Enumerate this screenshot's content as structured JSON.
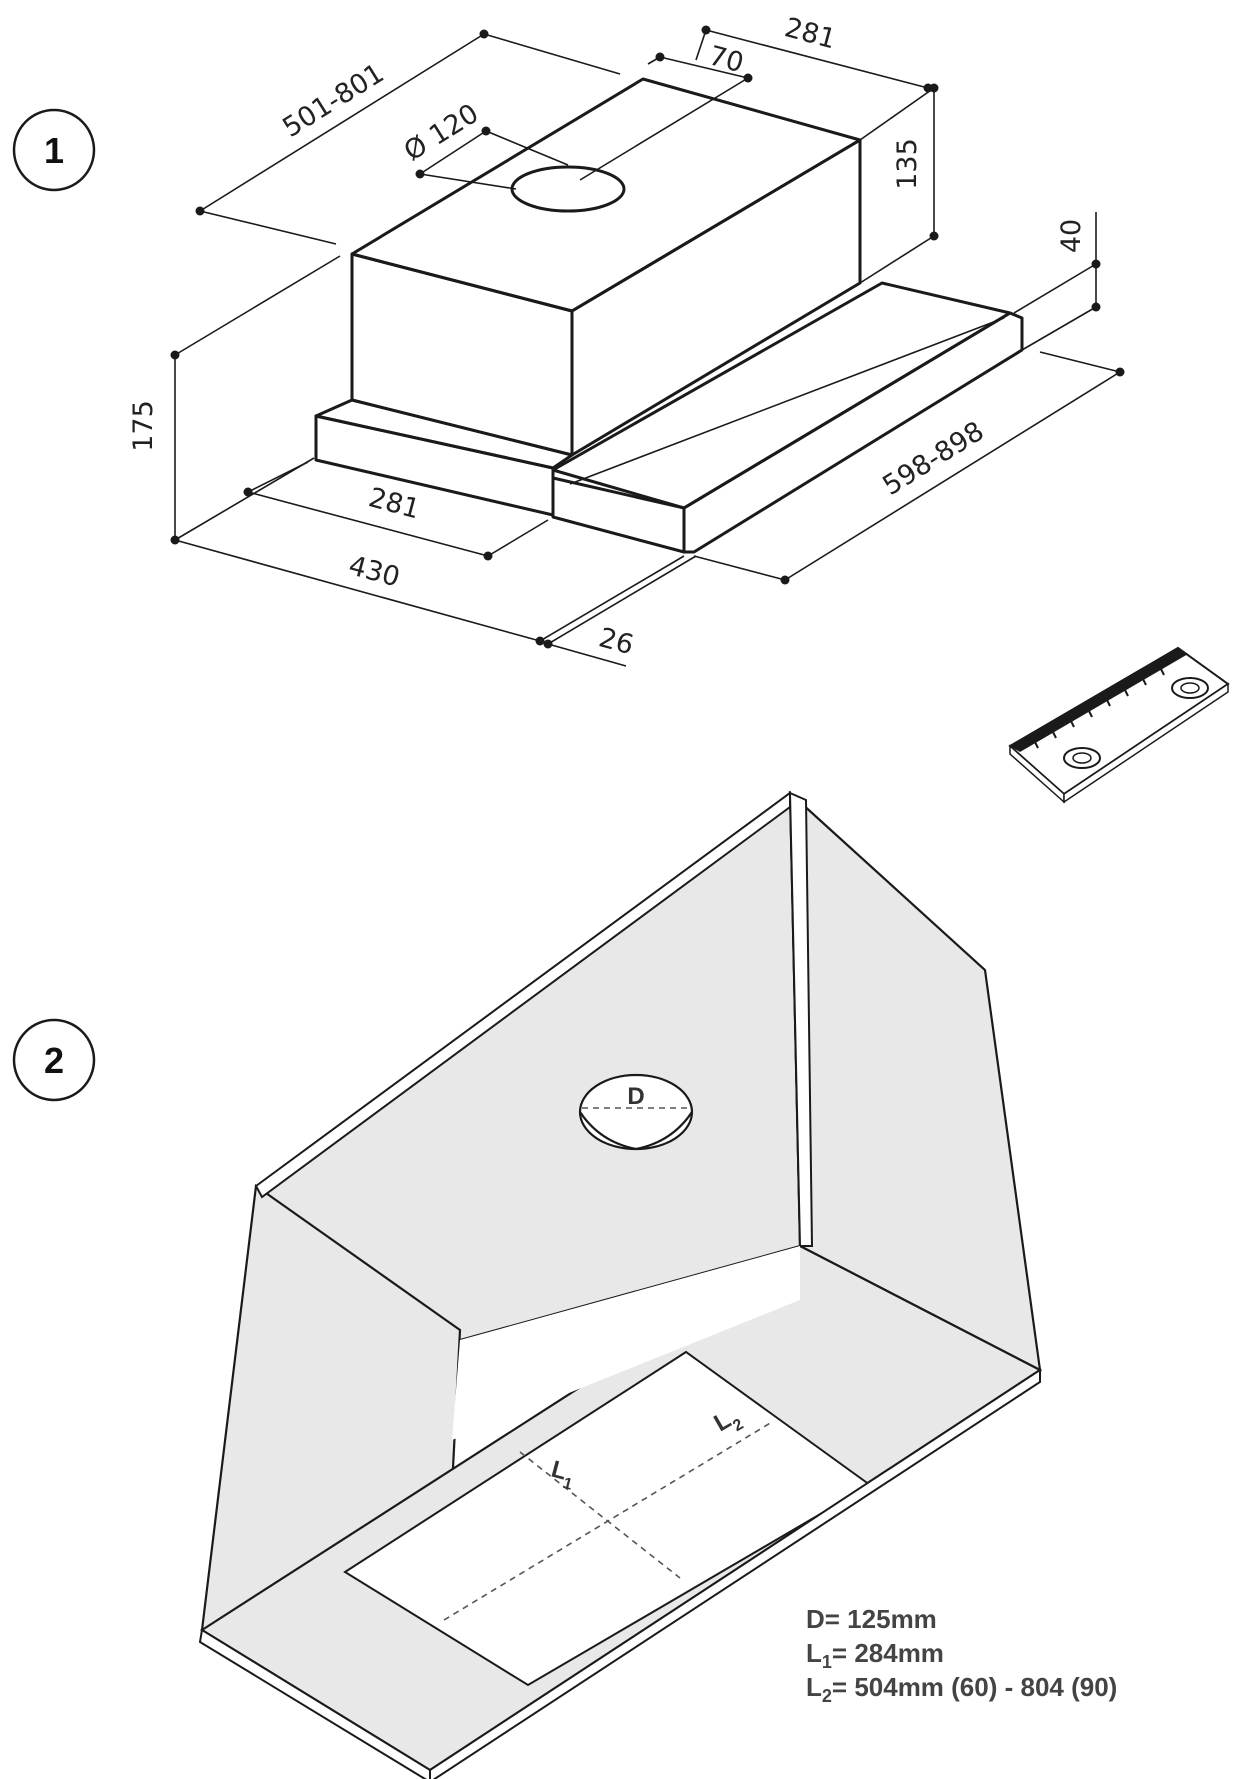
{
  "steps": {
    "one": "1",
    "two": "2"
  },
  "hood_dimensions": {
    "top_depth": "281",
    "duct_offset": "70",
    "width_range": "501-801",
    "duct_diameter": "Ø 120",
    "box_height": "135",
    "visor_height": "40",
    "total_height": "175",
    "front_extension": "598-898",
    "base_depth": "281",
    "total_depth": "430",
    "front_lip": "26"
  },
  "cabinet_labels": {
    "duct": "D",
    "l1_main": "L",
    "l1_sub": "1",
    "l2_main": "L",
    "l2_sub": "2"
  },
  "specs": {
    "d": "D= 125mm",
    "l1_prefix": "L",
    "l1_sub": "1",
    "l1_rest": "= 284mm",
    "l2_prefix": "L",
    "l2_sub": "2",
    "l2_rest": "= 504mm (60) - 804 (90)"
  },
  "colors": {
    "line": "#1a1a1a",
    "cabinet_fill": "#e8e8e8",
    "cutout_fill": "#ffffff"
  }
}
